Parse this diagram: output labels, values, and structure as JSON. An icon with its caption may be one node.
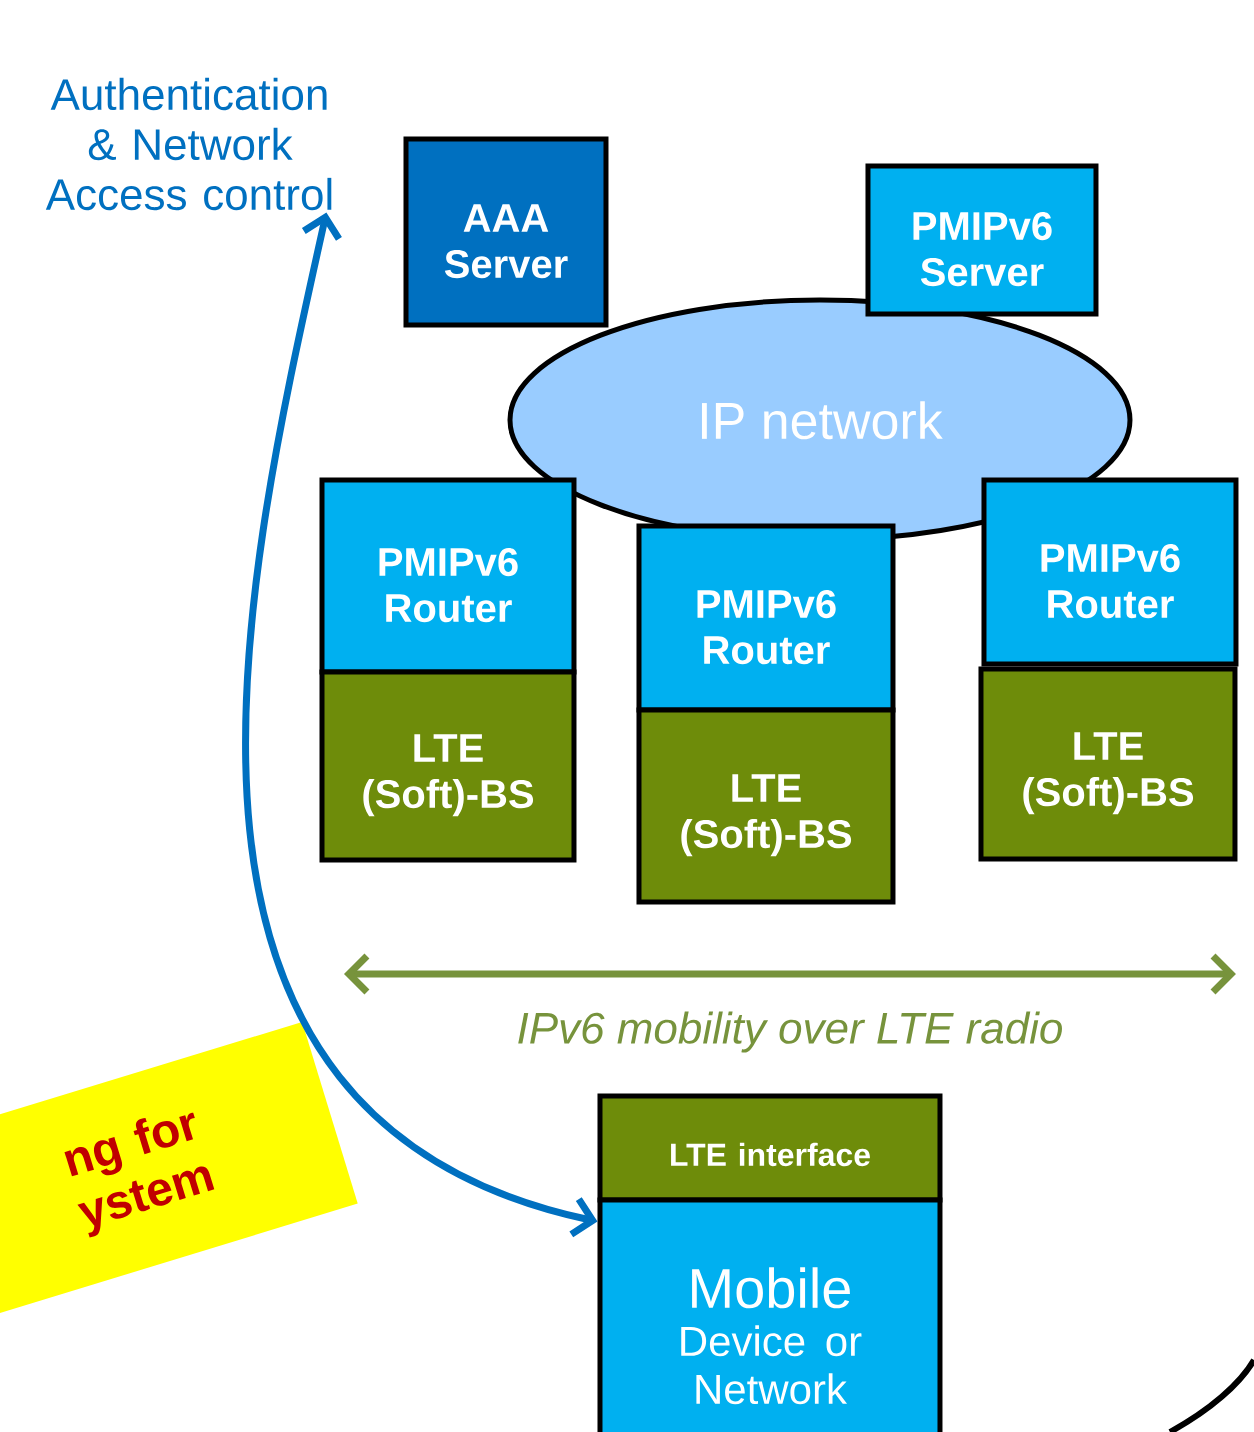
{
  "diagram": {
    "nodes": [
      {
        "text": [
          "Authentication & Network Access control"
        ]
      },
      {
        "text": [
          "AAA Server"
        ]
      },
      {
        "text": [
          "PMIPv6 Server"
        ]
      },
      {
        "text": [
          "IP network"
        ]
      },
      {
        "text": [
          "PMIPv6 Router"
        ]
      },
      {
        "text": [
          "LTE (Soft)-BS"
        ]
      },
      {
        "text": [
          "PMIPv6 Router"
        ]
      },
      {
        "text": [
          "LTE (Soft)-BS"
        ]
      },
      {
        "text": [
          "PMIPv6 Router"
        ]
      },
      {
        "text": [
          "LTE (Soft)-BS"
        ]
      },
      {
        "text": [
          "LTE interface"
        ]
      },
      {
        "text": [
          "Mobile",
          "Device or Network"
        ]
      },
      {
        "text": [
          "ng for ystem"
        ]
      }
    ],
    "edges": [
      {
        "from": 0,
        "to": 11,
        "arrow": "both"
      }
    ],
    "labels": [
      "IPv6 mobility over LTE radio"
    ]
  }
}
